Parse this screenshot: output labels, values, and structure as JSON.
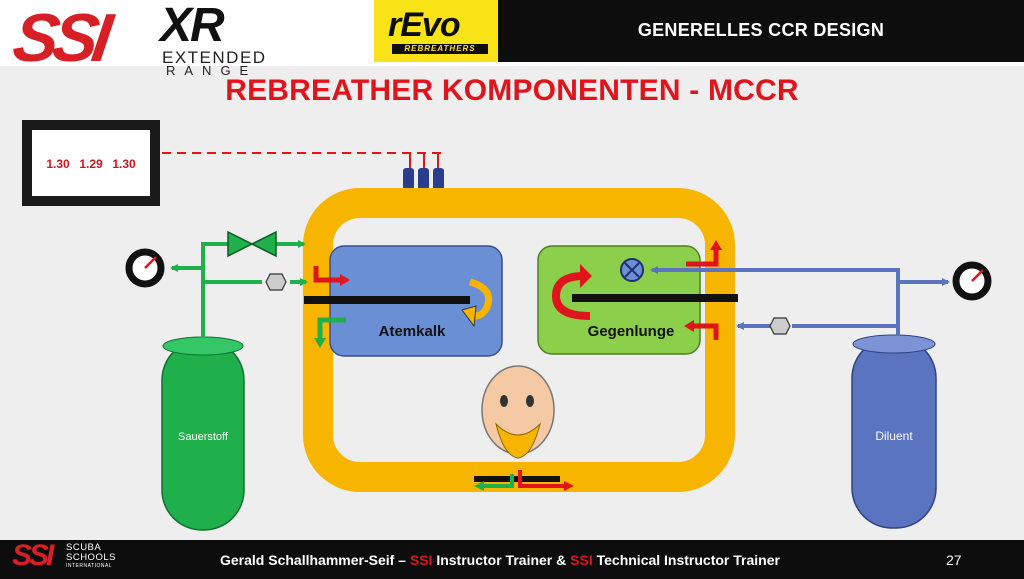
{
  "header": {
    "logo_ssi": "SSI",
    "logo_xr": "XR",
    "logo_xr_line1": "EXTENDED",
    "logo_xr_line2": "RANGE",
    "logo_revo": "rEvo",
    "logo_revo_sub": "REBREATHERS",
    "section_title": "GENERELLES CCR DESIGN"
  },
  "slide_title": "REBREATHER KOMPONENTEN - MCCR",
  "diagram": {
    "display_values": [
      "1.30",
      "1.29",
      "1.30"
    ],
    "scrubber_label": "Atemkalk",
    "counterlung_label": "Gegenlunge",
    "oxygen_label": "Sauerstoff",
    "diluent_label": "Diluent"
  },
  "colors": {
    "loop_yellow": "#f7b500",
    "scrubber_blue": "#6b8fd4",
    "counterlung_green": "#8ccf4a",
    "oxygen_green": "#1faf4b",
    "diluent_blue": "#5b74bf",
    "title_red": "#e0141c",
    "flow_red": "#e0141c"
  },
  "footer": {
    "logo": "SSI",
    "schools_line1": "SCUBA",
    "schools_line2": "SCHOOLS",
    "schools_line3": "INTERNATIONAL",
    "author": "Gerald Schallhammer-Seif –",
    "brand1": "SSI",
    "middle": "Instructor Trainer &",
    "brand2": "SSI",
    "end": "Technical Instructor Trainer",
    "page_number": "27"
  }
}
